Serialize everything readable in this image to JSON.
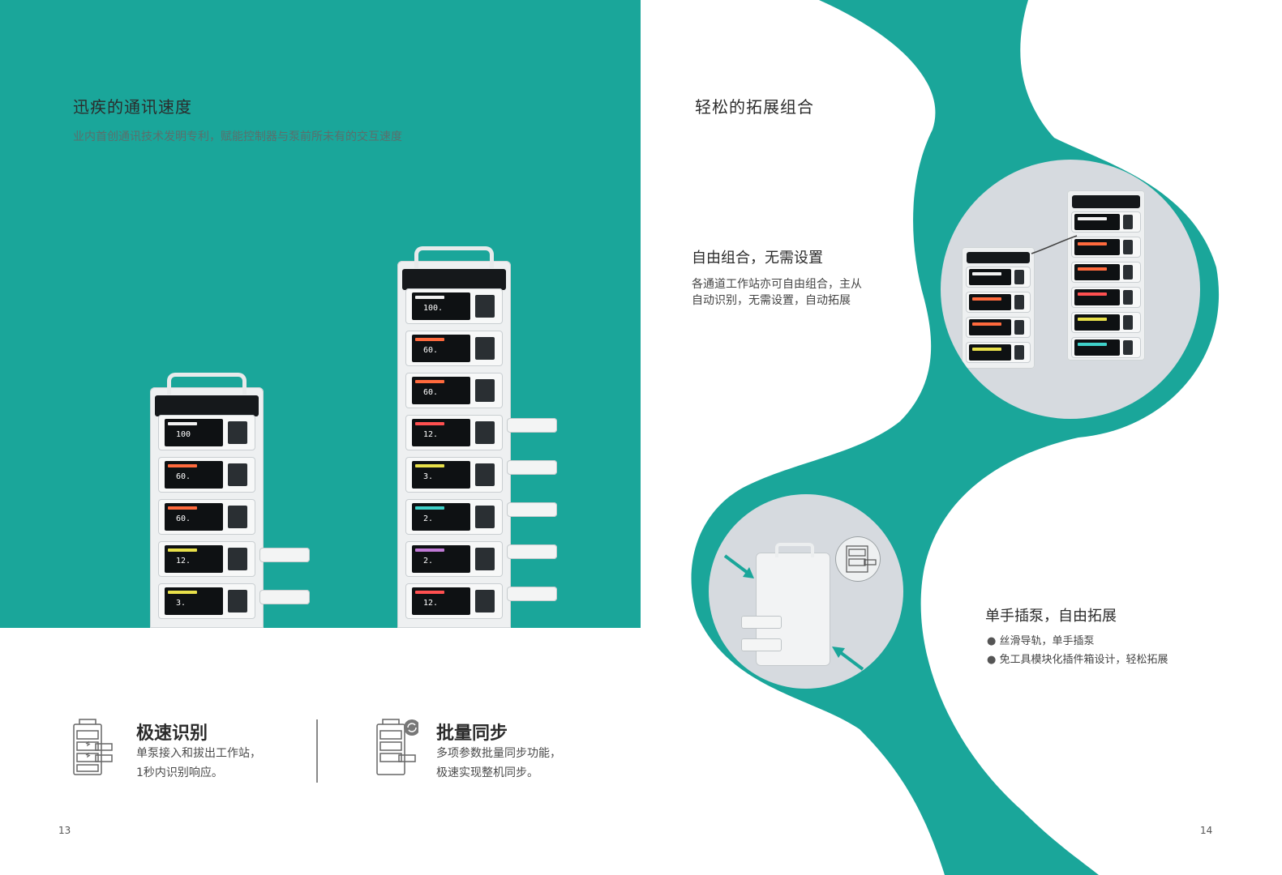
{
  "left_section": {
    "title": "迅疾的通讯速度",
    "subtitle": "业内首创通讯技术发明专利，赋能控制器与泵前所未有的交互速度"
  },
  "features": [
    {
      "title": "极速识别",
      "line1": "单泵接入和拔出工作站，",
      "line2": "1秒内识别响应。",
      "icon": "pump-stack-icon"
    },
    {
      "title": "批量同步",
      "line1": "多项参数批量同步功能，",
      "line2": "极速实现整机同步。",
      "icon": "sync-pump-icon"
    }
  ],
  "right_section": {
    "title": "轻松的拓展组合",
    "combo": {
      "title": "自由组合，无需设置",
      "line1": "各通道工作站亦可自由组合，主从",
      "line2": "自动识别，无需设置，自动拓展"
    },
    "single_hand": {
      "title": "单手插泵，自由拓展",
      "bullets": [
        "丝滑导轨，单手插泵",
        "免工具模块化插件箱设计，轻松拓展"
      ]
    }
  },
  "tower_small": {
    "modules": [
      {
        "value": "100",
        "bar_color": "#f2f2f2"
      },
      {
        "value": "60.",
        "bar_color": "#ff6a3d"
      },
      {
        "value": "60.",
        "bar_color": "#ff6a3d"
      },
      {
        "value": "12.",
        "bar_color": "#e8e04a"
      },
      {
        "value": "3.",
        "bar_color": "#e8e04a"
      }
    ]
  },
  "tower_large": {
    "modules": [
      {
        "value": "100.",
        "bar_color": "#f2f2f2"
      },
      {
        "value": "60.",
        "bar_color": "#ff6a3d"
      },
      {
        "value": "60.",
        "bar_color": "#ff6a3d"
      },
      {
        "value": "12.",
        "bar_color": "#ff5050"
      },
      {
        "value": "3.",
        "bar_color": "#e8e04a"
      },
      {
        "value": "2.",
        "bar_color": "#3fd1c9"
      },
      {
        "value": "2.",
        "bar_color": "#c07ad6"
      },
      {
        "value": "12.",
        "bar_color": "#ff5050"
      }
    ]
  },
  "page_numbers": {
    "left": "13",
    "right": "14"
  },
  "colors": {
    "teal": "#1aa69a",
    "gray_photo_bg": "#d6dadf"
  }
}
